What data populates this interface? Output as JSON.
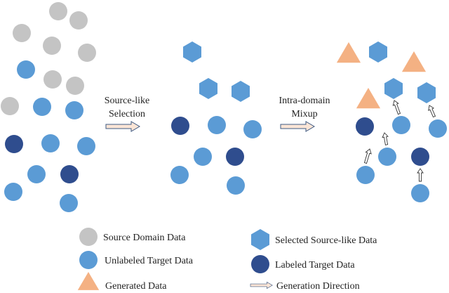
{
  "colors": {
    "source": "#C4C4C4",
    "unlabeled": "#5B9BD5",
    "labeled": "#2F4D8E",
    "selected": "#5B9BD5",
    "generated": "#F4B183",
    "arrow_fill": "#FBE5D6",
    "arrow_stroke": "#3E5A83"
  },
  "steps": {
    "step1": {
      "line1": "Source-like",
      "line2": "Selection"
    },
    "step2": {
      "line1": "Intra-domain",
      "line2": "Mixup"
    }
  },
  "legend": {
    "source": "Source Domain Data",
    "unlabeled": "Unlabeled Target Data",
    "generated": "Generated Data",
    "selected": "Selected Source-like Data",
    "labeled": "Labeled Target Data",
    "direction": "Generation Direction"
  },
  "icons": {
    "source": "gray-circle-icon",
    "unlabeled": "light-blue-circle-icon",
    "labeled": "dark-blue-circle-icon",
    "selected": "hexagon-icon",
    "generated": "triangle-icon",
    "direction": "hollow-arrow-icon"
  }
}
